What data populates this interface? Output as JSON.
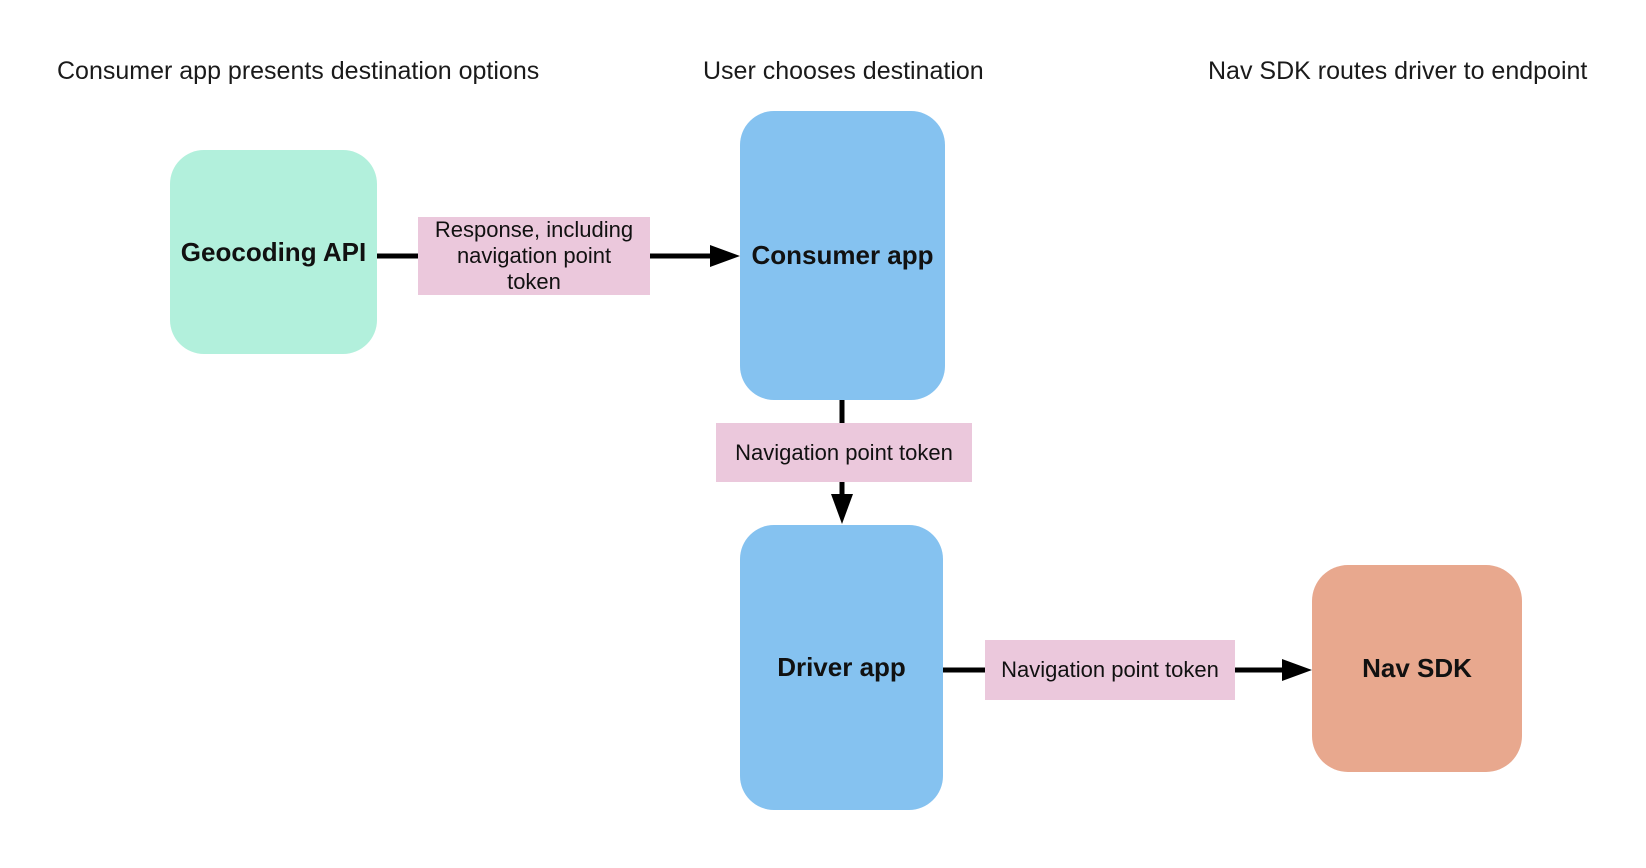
{
  "diagram": {
    "background": "#ffffff",
    "stage_headers": [
      {
        "label": "Consumer app presents destination options"
      },
      {
        "label": "User chooses destination"
      },
      {
        "label": "Nav SDK routes driver to endpoint"
      }
    ],
    "nodes": [
      {
        "label": "Geocoding API",
        "color": "#b2f0dc"
      },
      {
        "label": "Consumer app",
        "color": "#85c2f0"
      },
      {
        "label": "Driver app",
        "color": "#85c2f0"
      },
      {
        "label": "Nav SDK",
        "color": "#e8a88e"
      }
    ],
    "edges": [
      {
        "from": "Geocoding API",
        "to": "Consumer app",
        "label": "Response, including navigation point token",
        "lines": [
          "Response, including",
          "navigation point",
          "token"
        ]
      },
      {
        "from": "Consumer app",
        "to": "Driver app",
        "label": "Navigation point token"
      },
      {
        "from": "Driver app",
        "to": "Nav SDK",
        "label": "Navigation point token"
      }
    ],
    "colors": {
      "edge_label_bg": "#ebc8dc",
      "arrow": "#000000",
      "text": "#1a1a1a"
    }
  }
}
